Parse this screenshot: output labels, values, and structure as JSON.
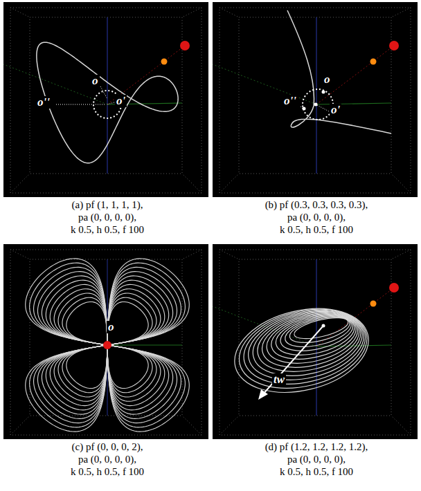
{
  "diagram": {
    "labels": [
      "o",
      "o''",
      "o'",
      "o",
      "o''",
      "o'",
      "(a) pf (1, 1, 1, 1),",
      "pa (0, 0, 0, 0),",
      "k 0.5, h 0.5, f 100",
      "(b) pf (0.3, 0.3, 0.3, 0.3),",
      "pa (0, 0, 0, 0),",
      "k 0.5, h 0.5, f 100",
      "o",
      "tw",
      "(c) pf (0, 0, 0, 2),",
      "pa (0, 0, 0, 0),",
      "k 0.5, h 0.5, f 100",
      "(d) pf (1.2, 1.2, 1.2, 1.2),",
      "pa (0, 0, 0, 0),",
      "k 0.5, h 0.5, f 100"
    ]
  }
}
